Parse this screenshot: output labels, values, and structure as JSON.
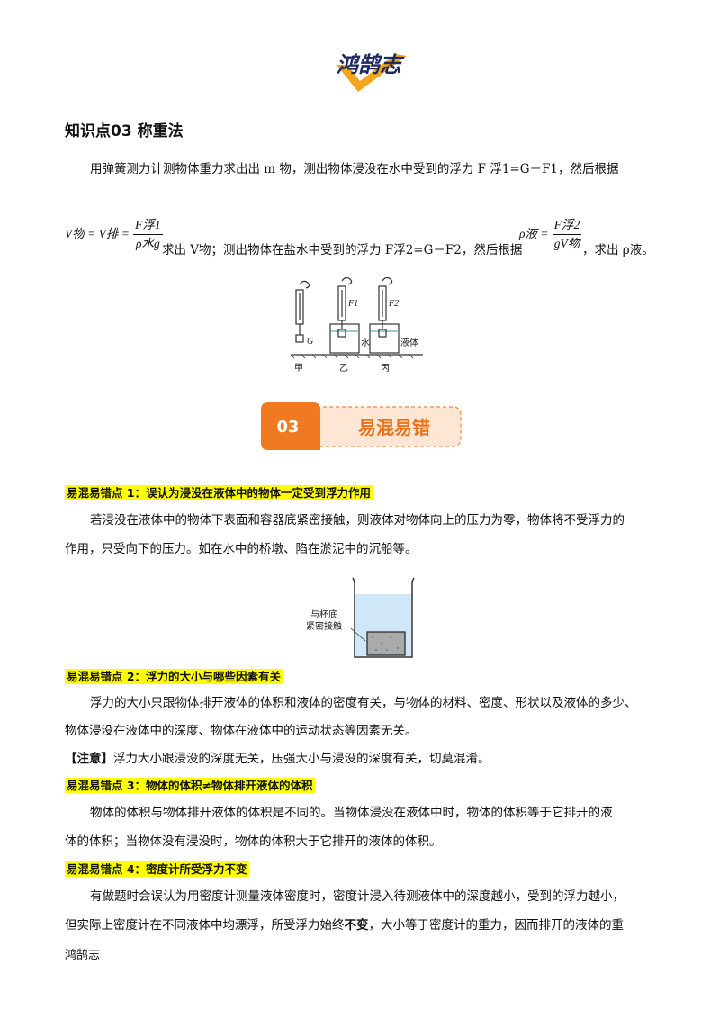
{
  "logo": {
    "text": "鸿鹄志"
  },
  "section1": {
    "heading": "知识点03  称重法",
    "line1": "用弹簧测力计测物体重力求出出 m 物，测出物体浸没在水中受到的浮力 F 浮1=G－F1，然后根据",
    "line2_mid": "求出 V物；测出物体在盐水中受到的浮力 F浮2=G－F2，然后根据",
    "line2_end": "，求出 ρ液。",
    "formula1": {
      "lhs": "V物 = V排 =",
      "num": "F浮1",
      "den": "ρ水g"
    },
    "formula2": {
      "lhs": "ρ液 =",
      "num": "F浮2",
      "den": "gV物"
    }
  },
  "figure1": {
    "labels": {
      "G": "G",
      "F1": "F1",
      "F2": "F2",
      "water": "水",
      "liquid": "液体",
      "jia": "甲",
      "yi": "乙",
      "bing": "丙"
    }
  },
  "banner": {
    "number": "03",
    "title": "易混易错"
  },
  "points": [
    {
      "title": "易混易错点 1：误认为浸没在液体中的物体一定受到浮力作用",
      "body": [
        "若浸没在液体中的物体下表面和容器底紧密接触，则液体对物体向上的压力为零，物体将不受浮力的",
        "作用，只受向下的压力。如在水中的桥墩、陷在淤泥中的沉船等。"
      ]
    },
    {
      "title": "易混易错点 2：浮力的大小与哪些因素有关",
      "body": [
        "浮力的大小只跟物体排开液体的体积和液体的密度有关，与物体的材料、密度、形状以及液体的多少、",
        "物体浸没在液体中的深度、物体在液体中的运动状态等因素无关。"
      ],
      "note_label": "【注意】",
      "note": "浮力大小跟浸没的深度无关，压强大小与浸没的深度有关，切莫混淆。"
    },
    {
      "title": "易混易错点 3：物体的体积≠物体排开液体的体积",
      "body": [
        "物体的体积与物体排开液体的体积是不同的。当物体浸没在液体中时，物体的体积等于它排开的液",
        "体的体积；当物体没有浸没时，物体的体积大于它排开的液体的体积。"
      ]
    },
    {
      "title": "易混易错点 4：密度计所受浮力不变",
      "body_a": "有做题时会误认为用密度计测量液体密度时，密度计浸入待测液体中的深度越小，受到的浮力越小，",
      "body_b1": "但实际上密度计在不同液体中均漂浮，所受浮力始终",
      "body_b_bold": "不变",
      "body_b2": "，大小等于密度计的重力，因而排开的液体的重"
    }
  ],
  "figure2": {
    "label_line1": "与杯底",
    "label_line2": "紧密接触"
  },
  "footer": {
    "text": "鸿鹄志"
  }
}
